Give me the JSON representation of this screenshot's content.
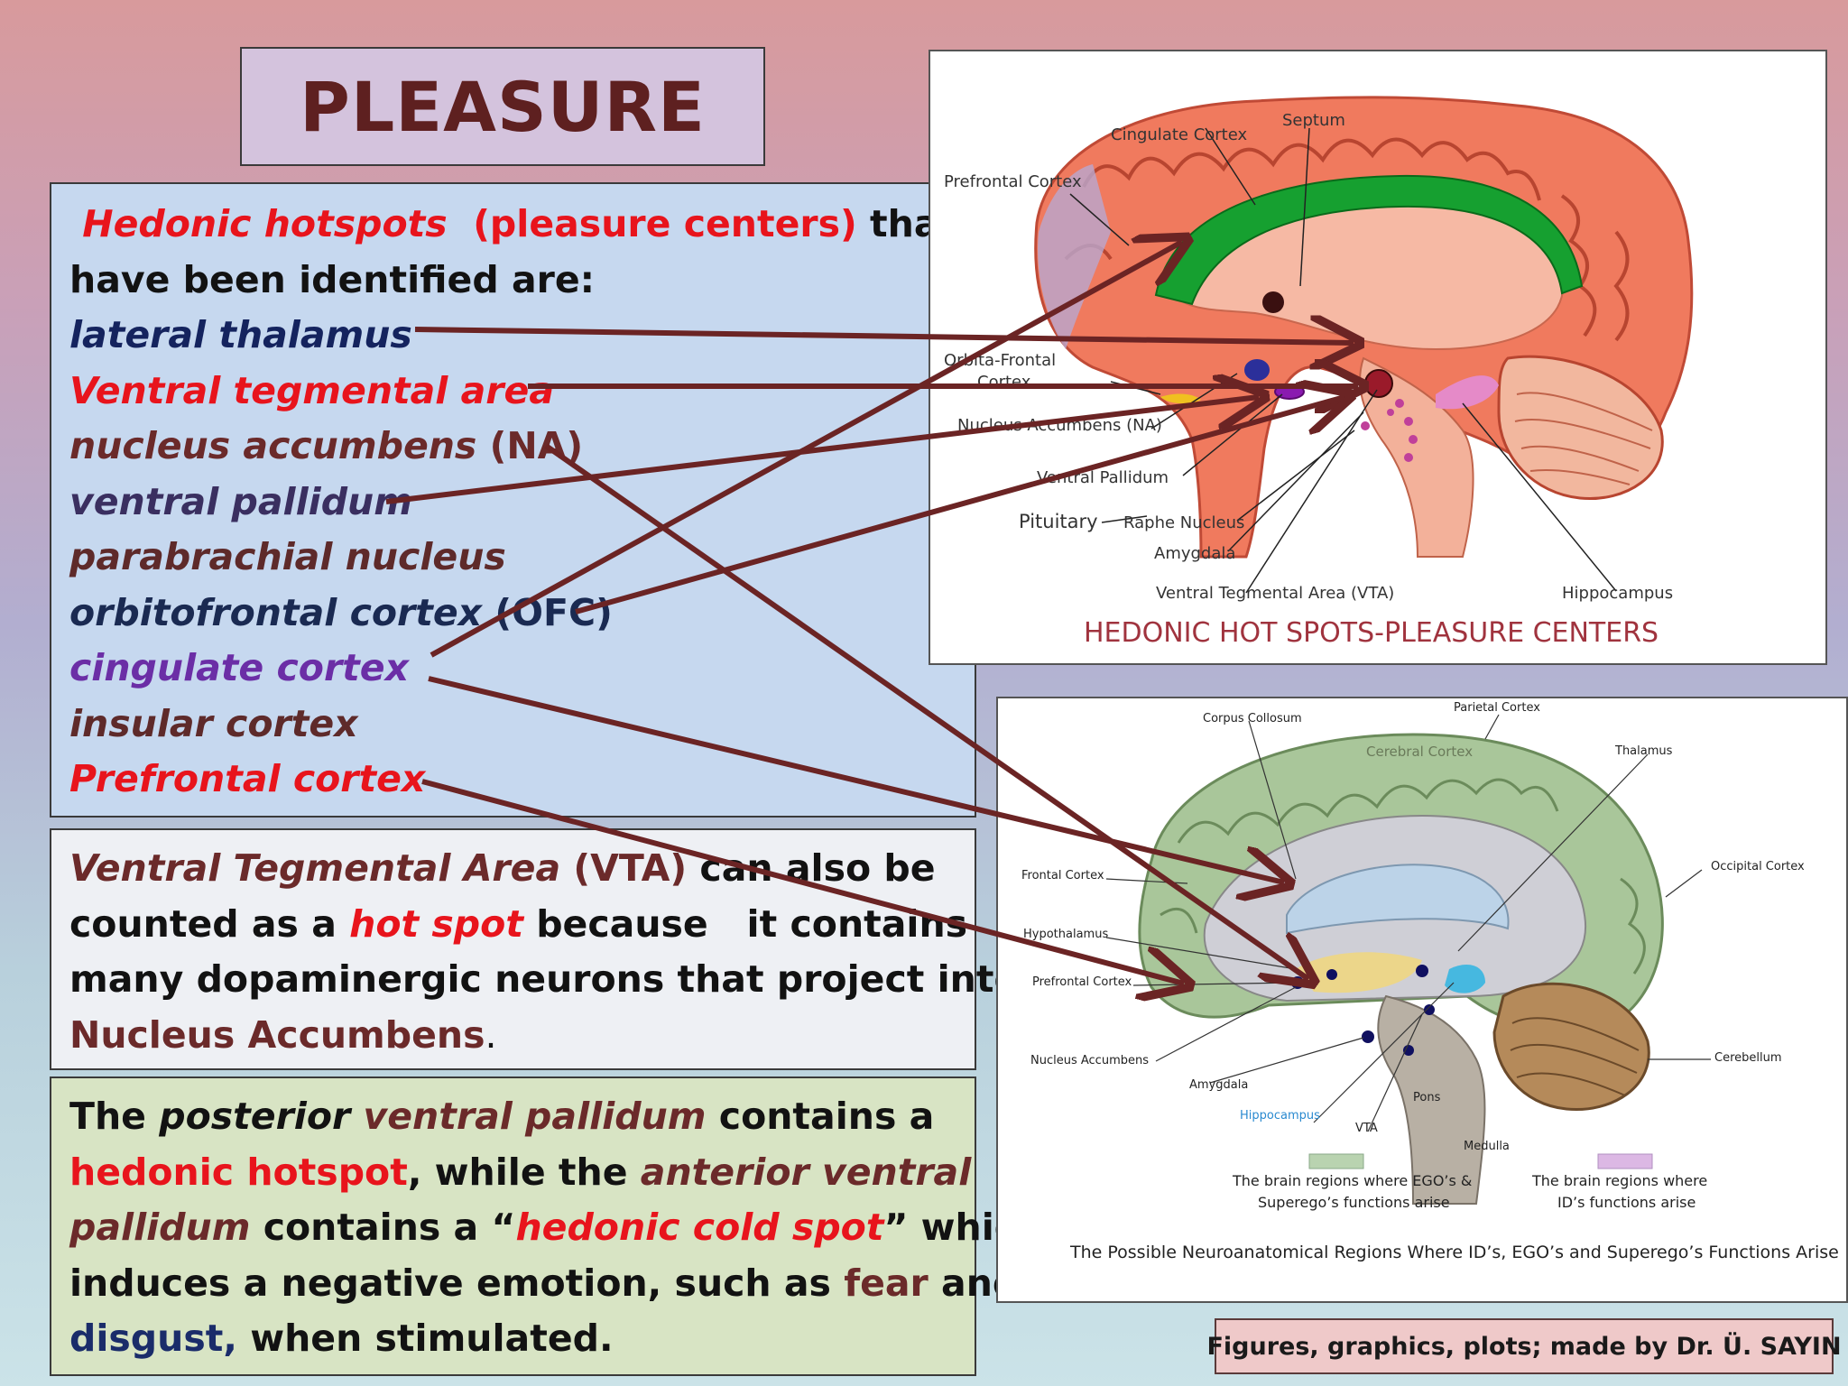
{
  "title": "PLEASURE",
  "hotspots_intro": {
    "part1": "Hedonic hotspots",
    "part2": "(pleasure centers)",
    "part3": "that",
    "part4": "have been identified are:"
  },
  "hotspot_list": [
    {
      "text": "lateral thalamus",
      "suffix": ""
    },
    {
      "text": "Ventral tegmental area",
      "suffix": ""
    },
    {
      "text": "nucleus accumbens",
      "suffix": " (NA)"
    },
    {
      "text": "ventral pallidum",
      "suffix": ""
    },
    {
      "text": "parabrachial nucleus",
      "suffix": ""
    },
    {
      "text": "orbitofrontal cortex",
      "suffix": " (OFC)"
    },
    {
      "text": "cingulate cortex",
      "suffix": ""
    },
    {
      "text": "insular cortex",
      "suffix": ""
    },
    {
      "text": "Prefrontal cortex",
      "suffix": ""
    }
  ],
  "vta_paragraph": {
    "term": "Ventral Tegmental Area",
    "abbr": " (VTA)",
    "t1": " can also be",
    "t2": "counted as a ",
    "hot": "hot spot",
    "t3": " because   it contains",
    "t4": "many dopaminergic neurons that project into",
    "na": "Nucleus Accumbens",
    "end": "."
  },
  "pallidum_paragraph": {
    "t1": "The ",
    "posterior": "posterior",
    "vp": " ventral pallidum",
    "t2": " contains a",
    "hh": "hedonic hotspot",
    "t3": ", while the ",
    "avp1": "anterior ventral",
    "avp2": "pallidum",
    "t4": " contains a “",
    "cold": "hedonic cold spot",
    "t5": "” which",
    "t6": "induces a negative emotion, such as ",
    "fear": "fear",
    "t7": " and",
    "disgust": "disgust,",
    "t8": " when stimulated."
  },
  "figure1": {
    "caption": "HEDONIC HOT SPOTS-PLEASURE CENTERS",
    "labels": {
      "septum": "Septum",
      "cingulate": "Cingulate Cortex",
      "prefrontal": "Prefrontal Cortex",
      "orbito1": "Orbita-Frontal",
      "orbito2": "Cortex",
      "nucleus": "Nucleus Accumbens (NA)",
      "pallidum": "Ventral Pallidum",
      "pituitary": "Pituitary",
      "raphe": "Raphe Nucleus",
      "amygdala": "Amygdala",
      "vta": "Ventral Tegmental Area (VTA)",
      "hippocampus": "Hippocampus"
    }
  },
  "figure2": {
    "caption": "The Possible Neuroanatomical Regions Where ID’s, EGO’s and Superego’s Functions Arise",
    "labels": {
      "corpus": "Corpus Collosum",
      "parietal": "Parietal Cortex",
      "cerebral": "Cerebral Cortex",
      "thalamus": "Thalamus",
      "frontal": "Frontal Cortex",
      "occipital": "Occipital Cortex",
      "hypothalamus": "Hypothalamus",
      "prefrontal": "Prefrontal Cortex",
      "nucleus": "Nucleus Accumbens",
      "cerebellum": "Cerebellum",
      "amygdala": "Amygdala",
      "pons": "Pons",
      "hippocampus": "Hippocampus",
      "vta": "VTA",
      "medulla": "Medulla"
    },
    "legend": {
      "ego1": "The brain regions where EGO’s &",
      "ego2": "Superego’s functions arise",
      "id1": "The brain regions where",
      "id2": "ID’s functions arise"
    }
  },
  "credit": "Figures, graphics, plots; made by Dr. Ü. SAYIN",
  "colors": {
    "arrow": "#6b2424",
    "title_text": "#5e2020",
    "hot_red": "#e8141c"
  }
}
